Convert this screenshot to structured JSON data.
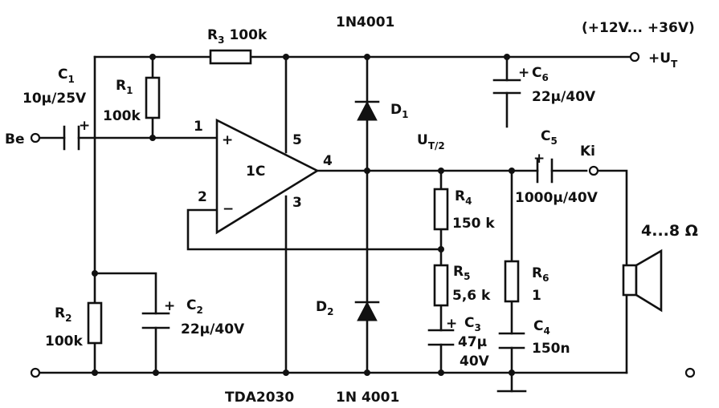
{
  "labels": {
    "supply_range": "(+12V... +36V)",
    "supply": "+U",
    "supply_sub": "T",
    "diode_top_part": "1N4001",
    "diode_bottom_part": "1N 4001",
    "ic_part": "TDA2030",
    "input": "Be",
    "output": "Ki",
    "speaker": "4...8 Ω",
    "mid_voltage": "U",
    "mid_voltage_sub": "T/2",
    "ic": "1C",
    "pin1": "1",
    "pin2": "2",
    "pin3": "3",
    "pin4": "4",
    "pin5": "5",
    "plus": "+",
    "minus": "−"
  },
  "components": {
    "C1": {
      "name": "C",
      "sub": "1",
      "value": "10µ/25V"
    },
    "C2": {
      "name": "C",
      "sub": "2",
      "value": "22µ/40V"
    },
    "C3": {
      "name": "C",
      "sub": "3",
      "value": "47µ",
      "value2": "40V"
    },
    "C4": {
      "name": "C",
      "sub": "4",
      "value": "150n"
    },
    "C5": {
      "name": "C",
      "sub": "5",
      "value": "1000µ/40V"
    },
    "C6": {
      "name": "C",
      "sub": "6",
      "value": "22µ/40V"
    },
    "R1": {
      "name": "R",
      "sub": "1",
      "value": "100k"
    },
    "R2": {
      "name": "R",
      "sub": "2",
      "value": "100k"
    },
    "R3": {
      "name": "R",
      "sub": "3",
      "value": "100k"
    },
    "R4": {
      "name": "R",
      "sub": "4",
      "value": "150 k"
    },
    "R5": {
      "name": "R",
      "sub": "5",
      "value": "5,6 k"
    },
    "R6": {
      "name": "R",
      "sub": "6",
      "value": "1"
    },
    "D1": {
      "name": "D",
      "sub": "1"
    },
    "D2": {
      "name": "D",
      "sub": "2"
    }
  }
}
